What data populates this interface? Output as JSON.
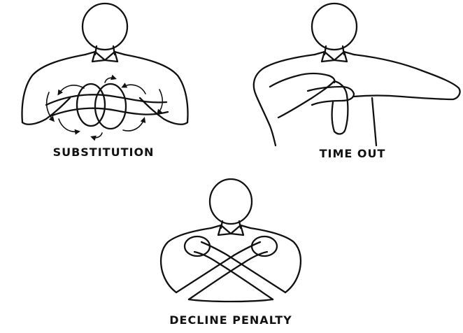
{
  "signals": [
    {
      "id": "substitution",
      "caption": "SUBSTITUTION"
    },
    {
      "id": "time-out",
      "caption": "TIME OUT"
    },
    {
      "id": "decline-penalty",
      "caption": "DECLINE PENALTY"
    }
  ],
  "colors": {
    "ink": "#111111",
    "background": "#ffffff"
  }
}
